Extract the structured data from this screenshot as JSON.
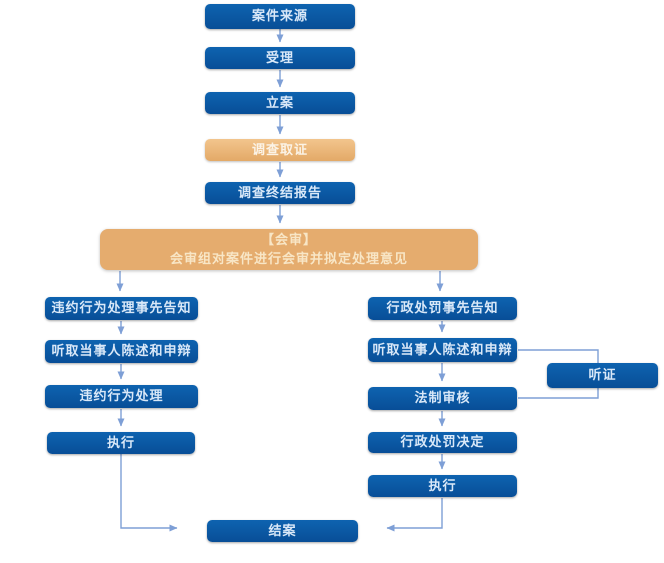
{
  "colors": {
    "box_blue": "#0A5CA9",
    "box_blue_light": "#0E63B0",
    "box_blue_dark": "#084E97",
    "box_orange_light": "#F2C58D",
    "box_orange_dark": "#E3A967",
    "big_box_orange": "#E5AC6E",
    "big_box_text": "#F8E6C6",
    "node_text": "#D9E8F8",
    "connector": "#7E9FD6",
    "background": "#FFFFFF"
  },
  "flow": {
    "main_nodes": [
      {
        "id": "case-source",
        "label": "案件来源"
      },
      {
        "id": "acceptance",
        "label": "受理"
      },
      {
        "id": "filing",
        "label": "立案"
      },
      {
        "id": "investigation",
        "label": "调查取证"
      },
      {
        "id": "investigation-report",
        "label": "调查终结报告"
      }
    ],
    "joint_review": {
      "title": "【会审】",
      "subtitle": "会审组对案件进行会审并拟定处理意见"
    },
    "left_branch": [
      {
        "id": "breach-prior-notice",
        "label": "违约行为处理事先告知"
      },
      {
        "id": "breach-statement",
        "label": "听取当事人陈述和申辩"
      },
      {
        "id": "breach-handling",
        "label": "违约行为处理"
      },
      {
        "id": "breach-execution",
        "label": "执行"
      }
    ],
    "right_branch": [
      {
        "id": "penalty-prior-notice",
        "label": "行政处罚事先告知"
      },
      {
        "id": "penalty-statement",
        "label": "听取当事人陈述和申辩"
      },
      {
        "id": "legal-review",
        "label": "法制审核"
      },
      {
        "id": "penalty-decision",
        "label": "行政处罚决定"
      },
      {
        "id": "penalty-execution",
        "label": "执行"
      }
    ],
    "hearing": {
      "label": "听证"
    },
    "closing": {
      "label": "结案"
    }
  }
}
